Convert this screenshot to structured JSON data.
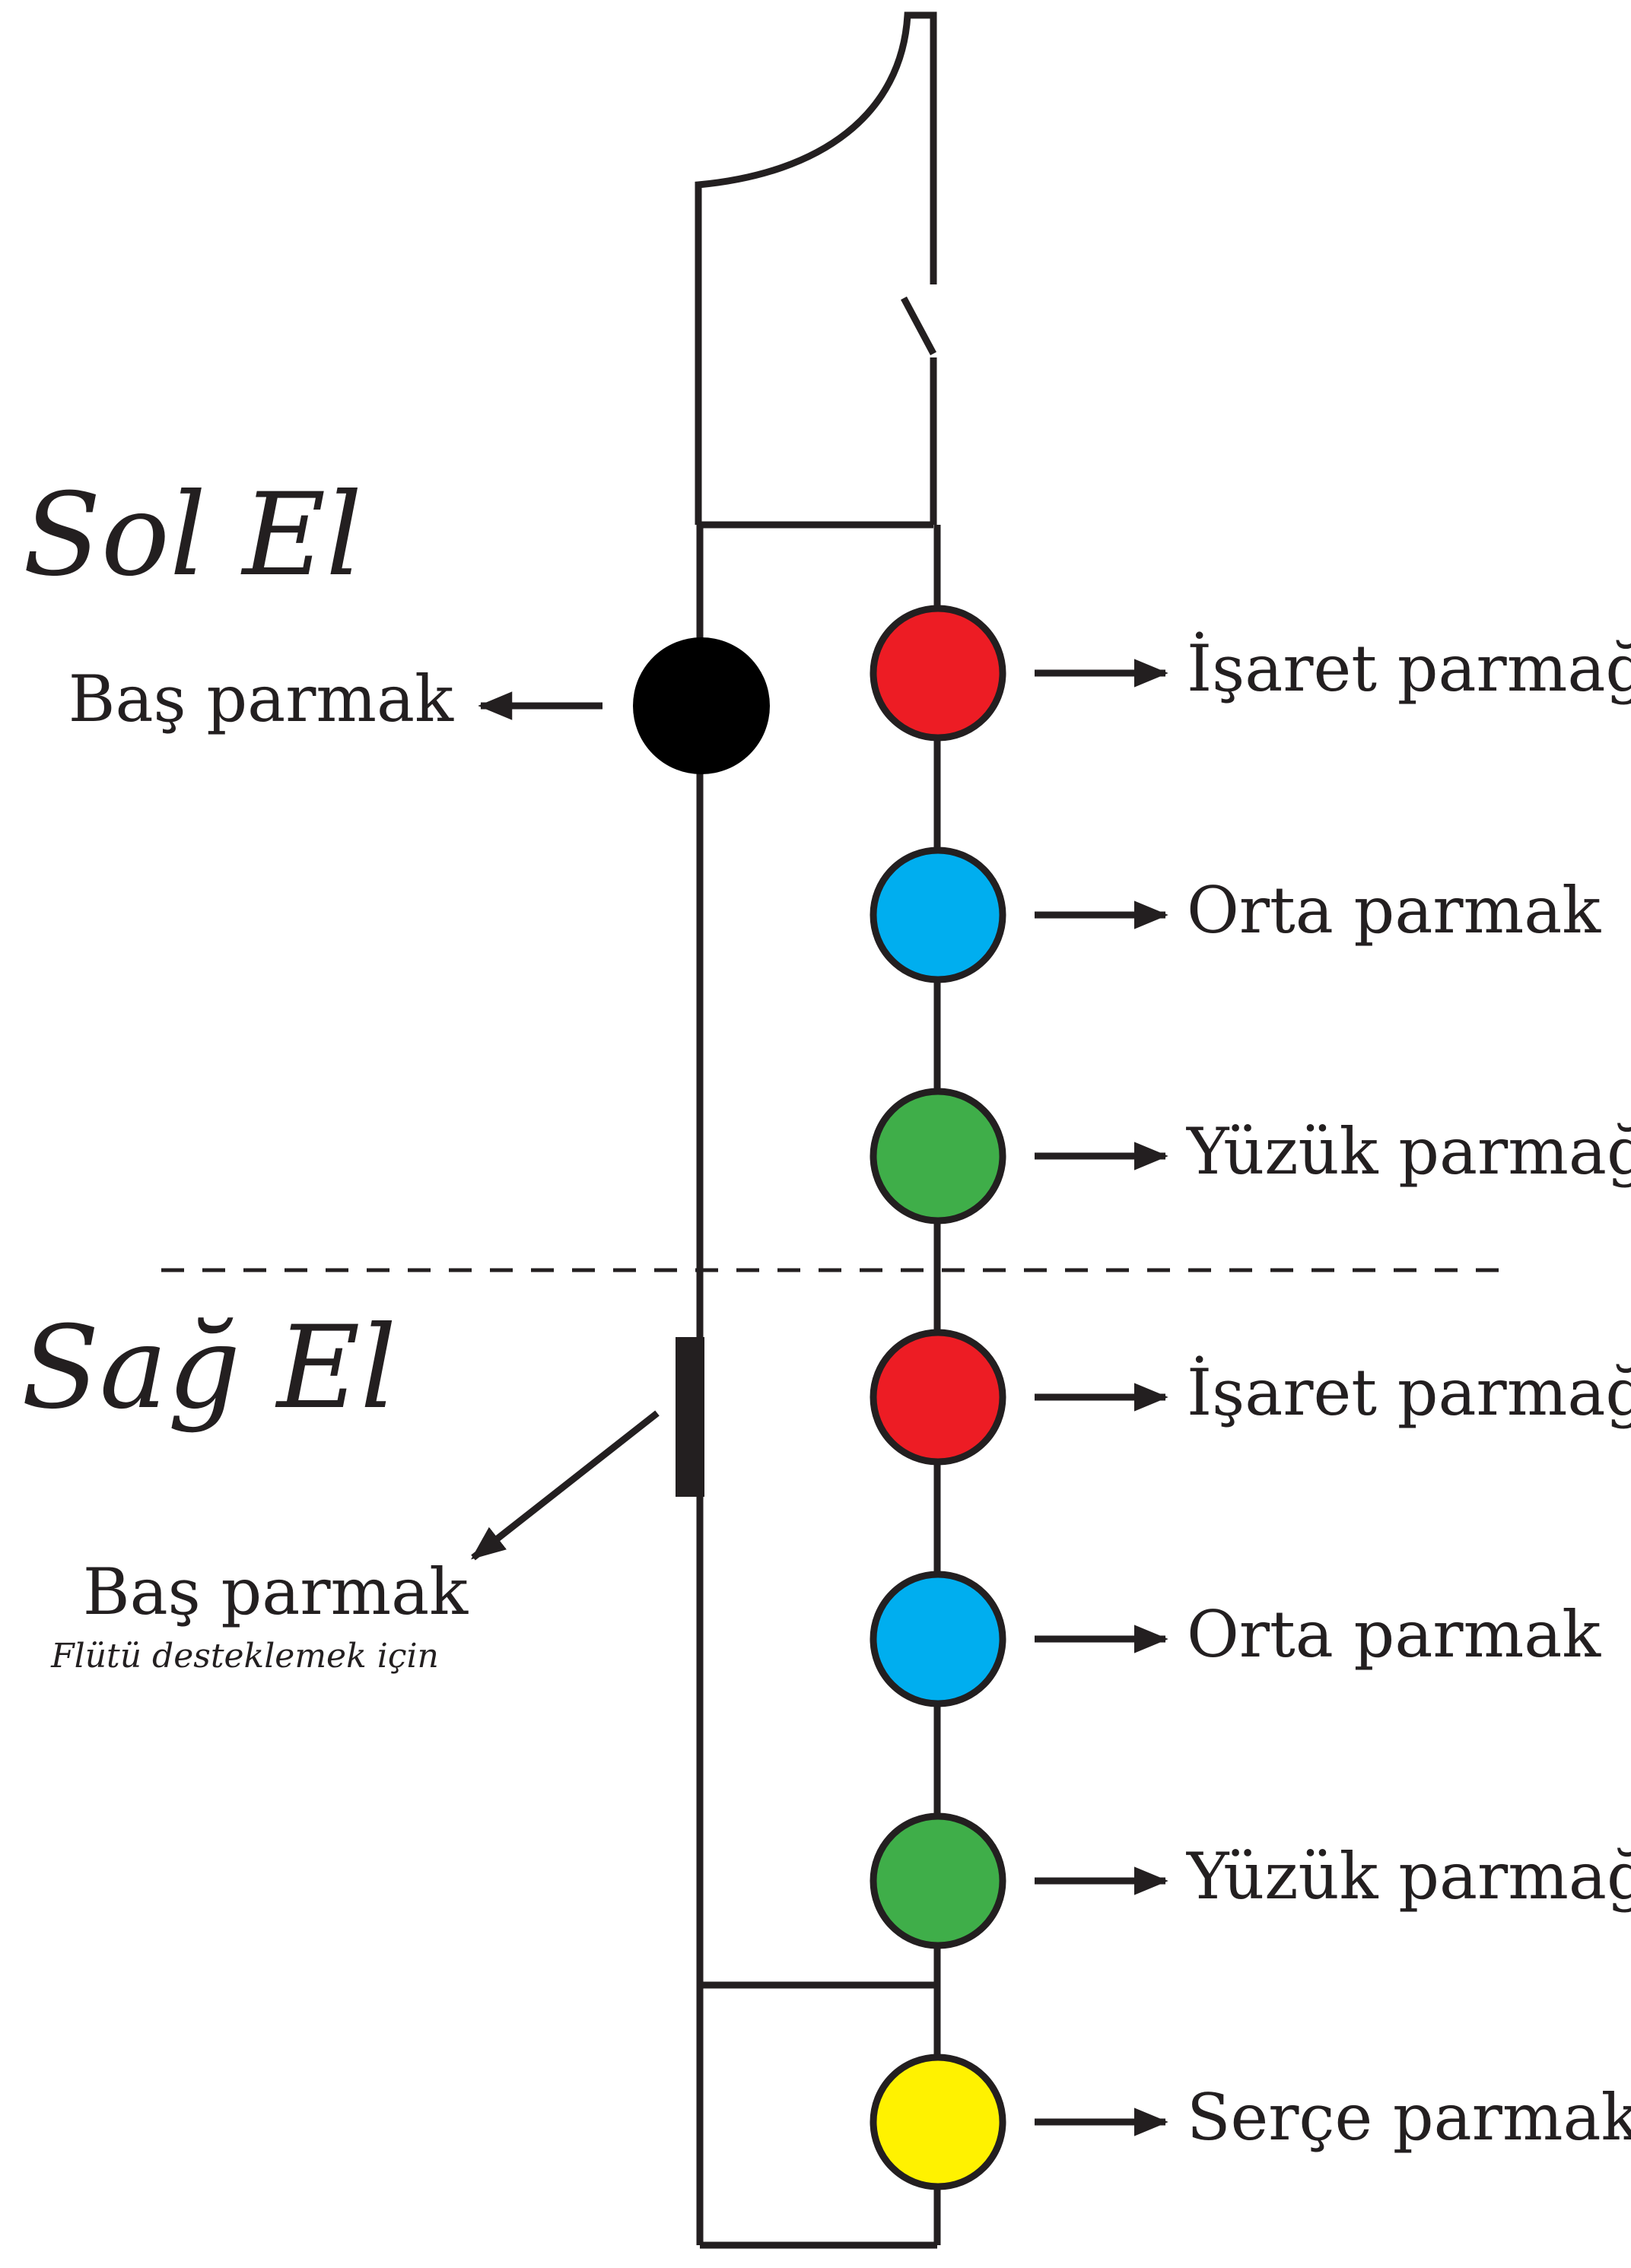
{
  "hands": {
    "left": {
      "title": "Sol El",
      "thumb_label": "Baş parmak",
      "fingers": [
        {
          "label": "İşaret parmağı",
          "color": "#ed1c24"
        },
        {
          "label": "Orta parmak",
          "color": "#00aeef"
        },
        {
          "label": "Yüzük parmağı",
          "color": "#3fae49"
        }
      ]
    },
    "right": {
      "title": "Sağ El",
      "thumb_label": "Baş parmak",
      "thumb_note": "Flütü desteklemek için",
      "fingers": [
        {
          "label": "İşaret parmağı",
          "color": "#ed1c24"
        },
        {
          "label": "Orta parmak",
          "color": "#00aeef"
        },
        {
          "label": "Yüzük parmağı",
          "color": "#3fae49"
        },
        {
          "label": "Serçe parmak",
          "color": "#fff200"
        }
      ]
    }
  },
  "colors": {
    "line": "#231f20",
    "thumb_hole": "#000000"
  }
}
